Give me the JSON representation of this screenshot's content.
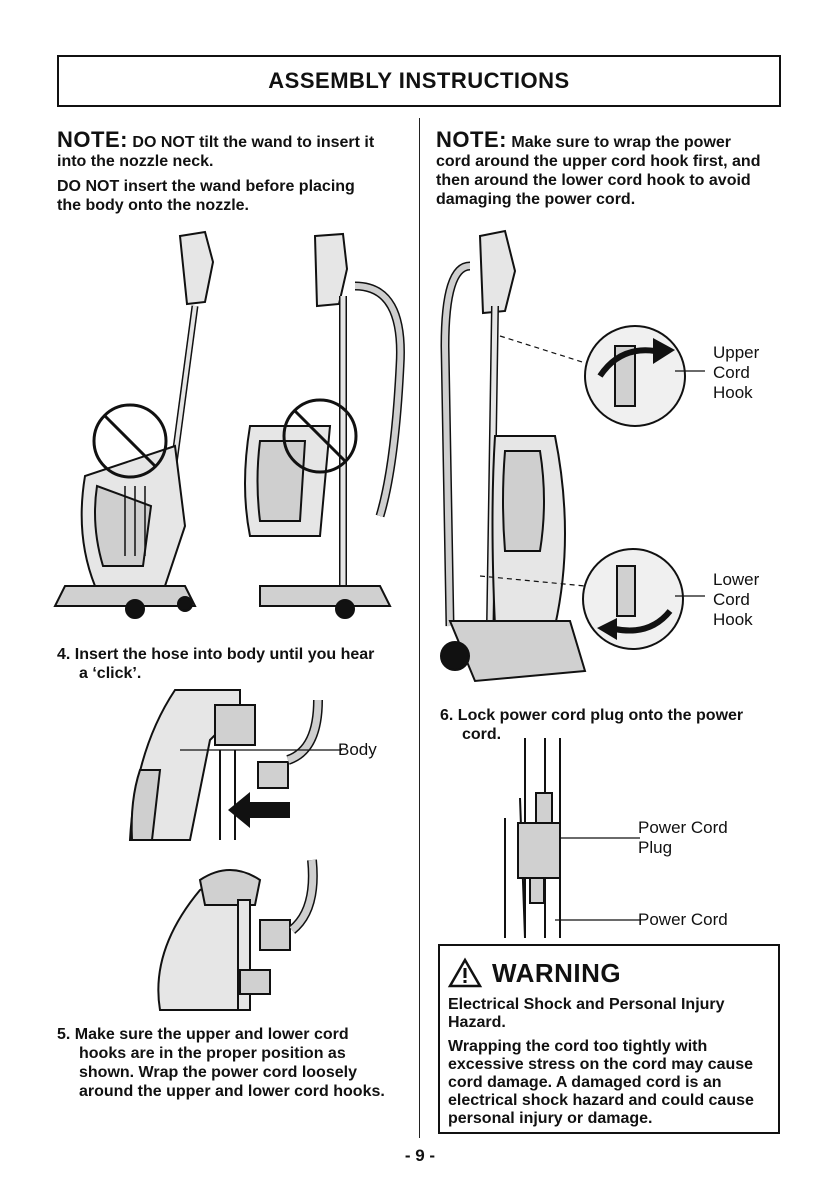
{
  "header": {
    "title": "ASSEMBLY INSTRUCTIONS"
  },
  "left": {
    "note": {
      "label": "NOTE:",
      "line1": "DO NOT tilt the wand to insert it",
      "line2": "into the nozzle neck.",
      "para2_l1": "DO NOT insert the wand before placing",
      "para2_l2": "the body onto the nozzle."
    },
    "step4": {
      "num": "4.",
      "l1": "Insert the hose into body until you hear",
      "l2": "a ‘click’.",
      "label_body": "Body"
    },
    "step5": {
      "num": "5.",
      "l1": "Make sure the upper and lower cord",
      "l2": "hooks are in the proper position as",
      "l3": "shown. Wrap the power cord loosely",
      "l4": "around the upper and lower cord hooks."
    }
  },
  "right": {
    "note": {
      "label": "NOTE:",
      "line1": "Make sure to wrap the power",
      "line2": "cord around the upper cord hook first, and",
      "line3": "then around the lower cord hook to avoid",
      "line4": "damaging the power cord."
    },
    "hook_labels": {
      "upper": [
        "Upper",
        "Cord",
        "Hook"
      ],
      "lower": [
        "Lower",
        "Cord",
        "Hook"
      ]
    },
    "step6": {
      "num": "6.",
      "l1": "Lock power cord plug onto the power",
      "l2": "cord.",
      "label_plug_1": "Power Cord",
      "label_plug_2": "Plug",
      "label_cord": "Power Cord"
    },
    "warning": {
      "title": "WARNING",
      "p1_l1": "Electrical Shock and Personal Injury",
      "p1_l2": "Hazard.",
      "p2_l1": "Wrapping the cord too tightly with",
      "p2_l2": "excessive stress on the cord may cause",
      "p2_l3": "cord damage. A damaged cord is an",
      "p2_l4": "electrical shock hazard and could cause",
      "p2_l5": "personal injury or damage."
    }
  },
  "footer": {
    "page": "- 9 -"
  },
  "colors": {
    "ink": "#111111",
    "gray": "#d9d9d9",
    "dark_gray": "#7a7a7a"
  }
}
